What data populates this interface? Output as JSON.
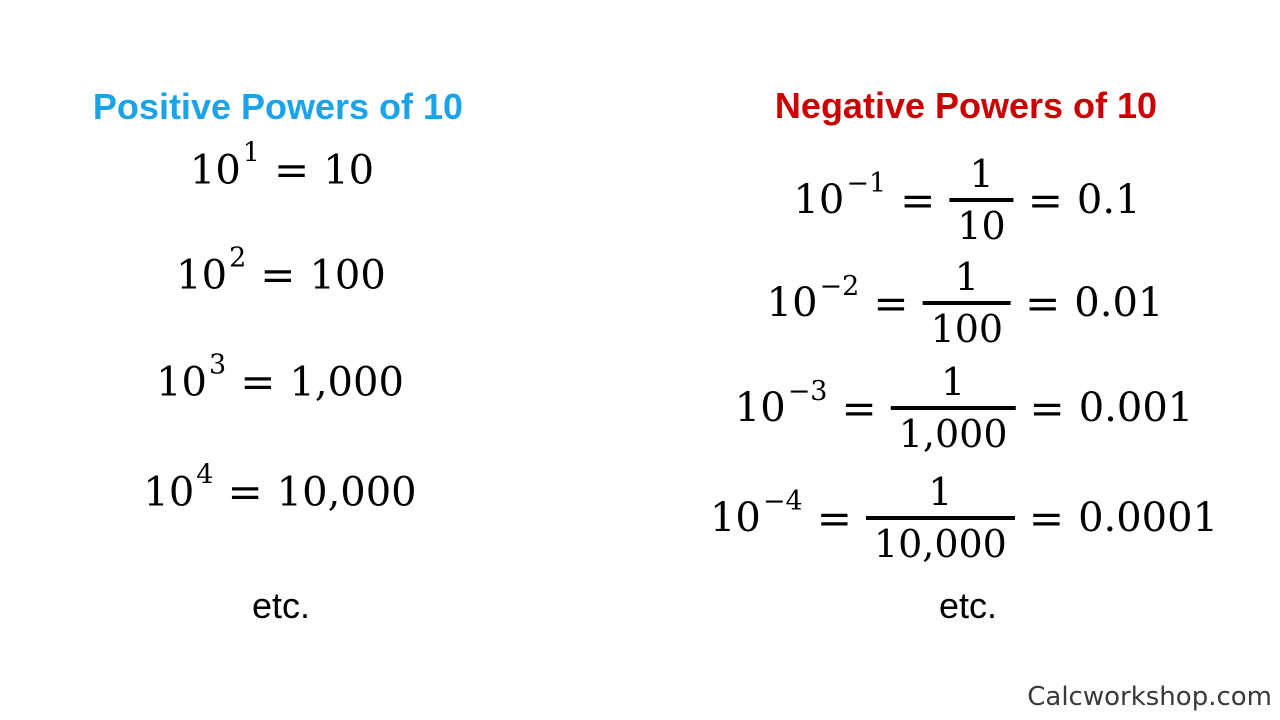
{
  "positive": {
    "heading": "Positive Powers of 10",
    "heading_color": "#1aa3e8",
    "rows": [
      {
        "base": "10",
        "exponent": "1",
        "equals": "=",
        "value": "10"
      },
      {
        "base": "10",
        "exponent": "2",
        "equals": "=",
        "value": "100"
      },
      {
        "base": "10",
        "exponent": "3",
        "equals": "=",
        "value": "1,000"
      },
      {
        "base": "10",
        "exponent": "4",
        "equals": "=",
        "value": "10,000"
      }
    ],
    "etc": "etc."
  },
  "negative": {
    "heading": "Negative Powers of 10",
    "heading_color": "#cc0000",
    "rows": [
      {
        "base": "10",
        "exponent": "−1",
        "equals": "=",
        "numerator": "1",
        "denominator": "10",
        "equals2": "=",
        "value": "0.1"
      },
      {
        "base": "10",
        "exponent": "−2",
        "equals": "=",
        "numerator": "1",
        "denominator": "100",
        "equals2": "=",
        "value": "0.01"
      },
      {
        "base": "10",
        "exponent": "−3",
        "equals": "=",
        "numerator": "1",
        "denominator": "1,000",
        "equals2": "=",
        "value": "0.001"
      },
      {
        "base": "10",
        "exponent": "−4",
        "equals": "=",
        "numerator": "1",
        "denominator": "10,000",
        "equals2": "=",
        "value": "0.0001"
      }
    ],
    "etc": "etc."
  },
  "footer": {
    "watermark": "Calcworkshop.com"
  }
}
